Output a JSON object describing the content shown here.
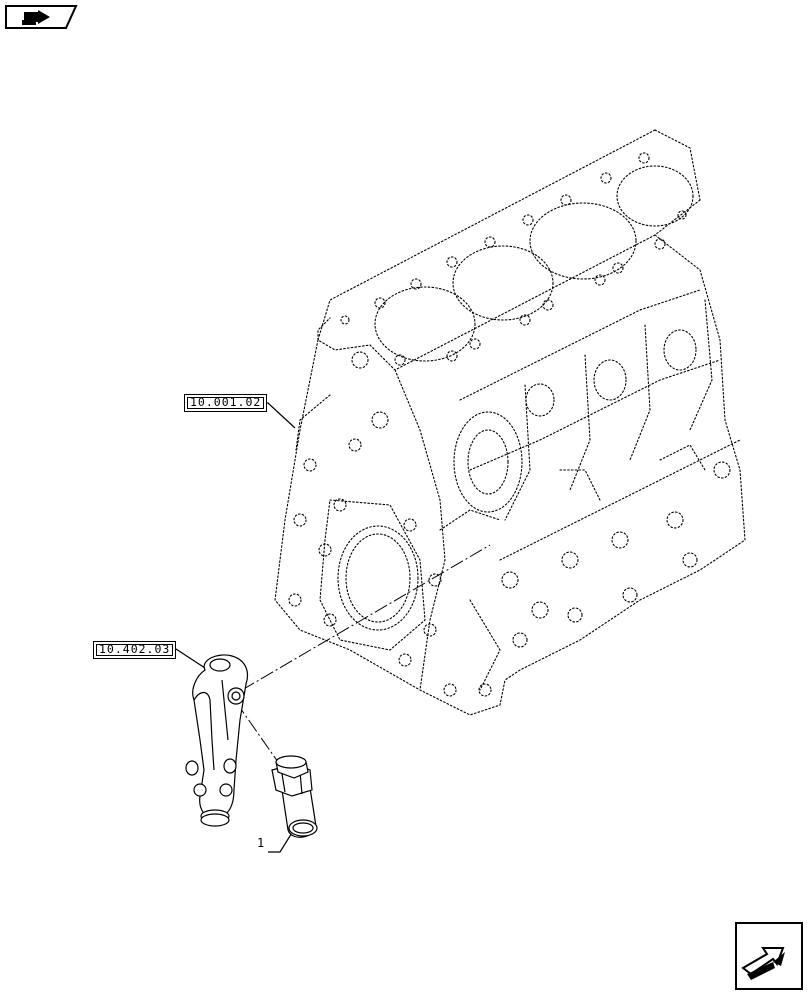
{
  "references": [
    {
      "label": "10.001.02"
    },
    {
      "label": "10.402.03"
    }
  ],
  "item_numbers": [
    {
      "label": "1"
    }
  ],
  "icons": {
    "top_left": "pencil-navigation-icon",
    "bottom_right": "next-page-arrow-icon"
  },
  "colors": {
    "line": "#000000",
    "background": "#ffffff"
  }
}
